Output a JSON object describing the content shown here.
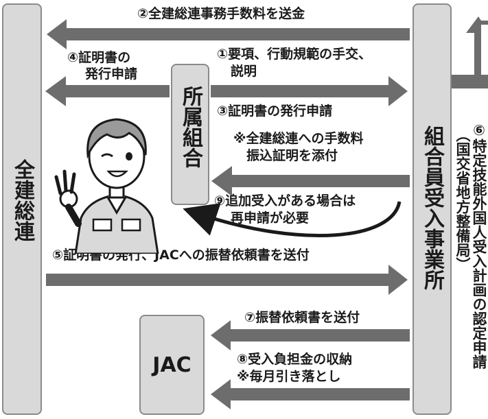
{
  "nodes": {
    "zenkensoren": "全建総連",
    "shozoku_kumiai": "所属組合",
    "jigyosho": "組合員受入事業所",
    "jac": "JAC"
  },
  "side_label": {
    "main": "⑥特定技能外国人受入計画の認定申請",
    "paren": "（国交省地方整備局）"
  },
  "steps": {
    "s1_line1": "①要項、行動規範の手交、",
    "s1_line2": "説明",
    "s2": "②全建総連事務手数料を送金",
    "s3": "③証明書の発行申請",
    "s3_note1": "※全建総連への手数料",
    "s3_note2": "振込証明を添付",
    "s4_line1": "④証明書の",
    "s4_line2": "発行申請",
    "s5": "⑤証明書の発行、JACへの振替依頼書を送付",
    "s7": "⑦振替依頼書を送付",
    "s8_line1": "⑧受入負担金の収納",
    "s8_line2": "※毎月引き落とし",
    "s9_line1": "⑨追加受入がある場合は",
    "s9_line2": "再申請が必要"
  },
  "colors": {
    "arrow": "#6d6d6d",
    "box_fill": "#d9d9d9",
    "box_border": "#8a8a8a",
    "text": "#1a1a1a"
  }
}
